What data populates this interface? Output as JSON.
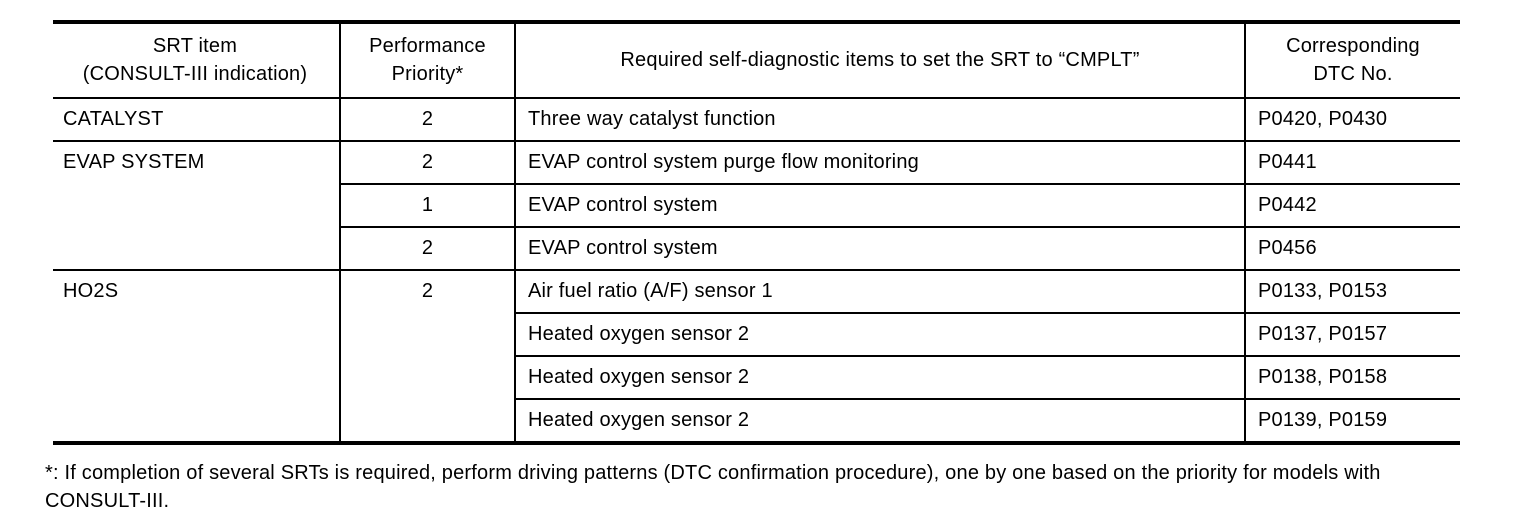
{
  "colors": {
    "background": "#ffffff",
    "text": "#000000",
    "border": "#000000"
  },
  "table": {
    "columns": [
      {
        "label": "SRT item\n(CONSULT-III indication)"
      },
      {
        "label": "Performance\nPriority*"
      },
      {
        "label": "Required self-diagnostic items to set the SRT to “CMPLT”"
      },
      {
        "label": "Corresponding\nDTC No."
      }
    ],
    "groups": [
      {
        "item": "CATALYST",
        "rows": [
          {
            "priority": "2",
            "diagnostic": "Three way catalyst function",
            "dtc": "P0420, P0430"
          }
        ]
      },
      {
        "item": "EVAP SYSTEM",
        "rows": [
          {
            "priority": "2",
            "diagnostic": "EVAP control system purge flow monitoring",
            "dtc": "P0441"
          },
          {
            "priority": "1",
            "diagnostic": "EVAP control system",
            "dtc": "P0442"
          },
          {
            "priority": "2",
            "diagnostic": "EVAP control system",
            "dtc": "P0456"
          }
        ]
      },
      {
        "item": "HO2S",
        "shared_priority": "2",
        "rows": [
          {
            "diagnostic": "Air fuel ratio (A/F) sensor 1",
            "dtc": "P0133, P0153"
          },
          {
            "diagnostic": "Heated oxygen sensor 2",
            "dtc": "P0137, P0157"
          },
          {
            "diagnostic": "Heated oxygen sensor 2",
            "dtc": "P0138, P0158"
          },
          {
            "diagnostic": "Heated oxygen sensor 2",
            "dtc": "P0139, P0159"
          }
        ]
      }
    ]
  },
  "footnote": "*: If completion of several SRTs is required, perform driving patterns (DTC confirmation procedure), one by one based on the priority for models with CONSULT-III."
}
